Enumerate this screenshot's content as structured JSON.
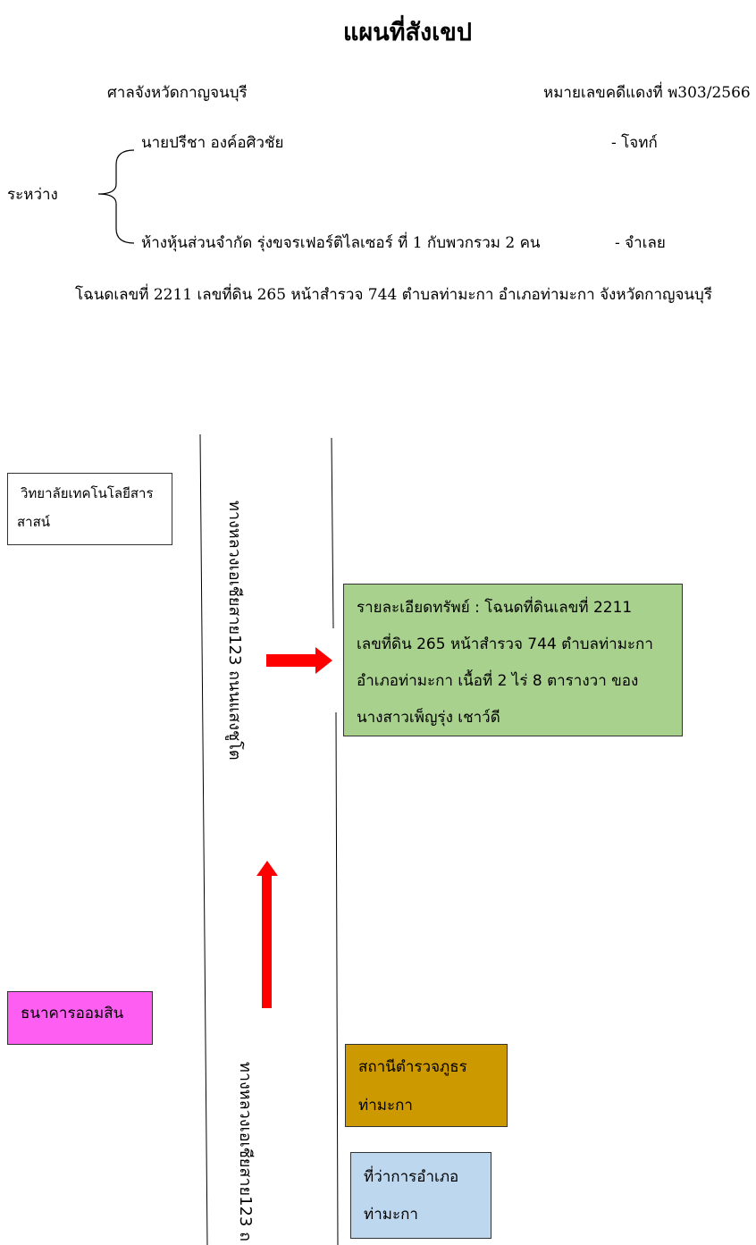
{
  "title": "แผนที่สังเขป",
  "court": "ศาลจังหวัดกาญจนบุรี",
  "case_number": "หมายเลขคดีแดงที่ พ303/2566",
  "between_label": "ระหว่าง",
  "plaintiff": {
    "name": "นายปรีชา  องค์อศิวชัย",
    "role": "- โจทก์"
  },
  "defendant": {
    "name": "ห้างหุ้นส่วนจำกัด รุ่งขจรเฟอร์ติไลเซอร์ ที่ 1 กับพวกรวม 2 คน",
    "role": "- จำเลย"
  },
  "deed_line": "โฉนดเลขที่ 2211  เลขที่ดิน 265  หน้าสำรวจ 744 ตำบลท่ามะกา  อำเภอท่ามะกา  จังหวัดกาญจนบุรี",
  "map": {
    "college": {
      "line1": "วิทยาลัยเทคโนโลยีสาร",
      "line2": "สาสน์"
    },
    "road_label_top": "ทางหลวงเอเชียสาย123   ถนนแสงชูโต",
    "road_label_bottom": "ทางหลวงเอเชียสาย123   ถ",
    "property": {
      "line1": "รายละเอียดทรัพย์ : โฉนดที่ดินเลขที่ 2211",
      "line2": "เลขที่ดิน 265 หน้าสำรวจ 744 ตำบลท่ามะกา",
      "line3": "อำเภอท่ามะกา เนื้อที่ 2 ไร่ 8 ตารางวา ของ",
      "line4": "นางสาวเพ็ญรุ่ง เชาว์ดี"
    },
    "bank": "ธนาคารออมสิน",
    "police": {
      "line1": "สถานีตำรวจภูธร",
      "line2": "ท่ามะกา"
    },
    "district_office": {
      "line1": "ที่ว่าการอำเภอ",
      "line2": "ท่ามะกา"
    }
  },
  "colors": {
    "property_box": "#a9d18e",
    "bank_box": "#ff5ef2",
    "police_box": "#cc9900",
    "district_box": "#bdd7ee",
    "arrow": "#ff0000"
  }
}
